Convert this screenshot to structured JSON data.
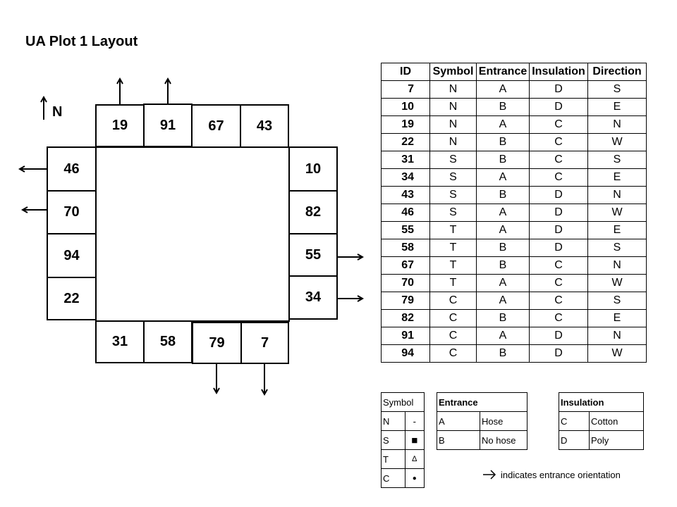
{
  "title": "UA Plot 1 Layout",
  "north_label": "N",
  "plots": {
    "top": [
      "19",
      "91",
      "67",
      "43"
    ],
    "left": [
      "46",
      "70",
      "94",
      "22"
    ],
    "right": [
      "10",
      "82",
      "55",
      "34"
    ],
    "bottom": [
      "31",
      "58",
      "79",
      "7"
    ]
  },
  "main_table": {
    "headers": [
      "ID",
      "Symbol",
      "Entrance",
      "Insulation",
      "Direction"
    ],
    "rows": [
      [
        "7",
        "N",
        "A",
        "D",
        "S"
      ],
      [
        "10",
        "N",
        "B",
        "D",
        "E"
      ],
      [
        "19",
        "N",
        "A",
        "C",
        "N"
      ],
      [
        "22",
        "N",
        "B",
        "C",
        "W"
      ],
      [
        "31",
        "S",
        "B",
        "C",
        "S"
      ],
      [
        "34",
        "S",
        "A",
        "C",
        "E"
      ],
      [
        "43",
        "S",
        "B",
        "D",
        "N"
      ],
      [
        "46",
        "S",
        "A",
        "D",
        "W"
      ],
      [
        "55",
        "T",
        "A",
        "D",
        "E"
      ],
      [
        "58",
        "T",
        "B",
        "D",
        "S"
      ],
      [
        "67",
        "T",
        "B",
        "C",
        "N"
      ],
      [
        "70",
        "T",
        "A",
        "C",
        "W"
      ],
      [
        "79",
        "C",
        "A",
        "C",
        "S"
      ],
      [
        "82",
        "C",
        "B",
        "C",
        "E"
      ],
      [
        "91",
        "C",
        "A",
        "D",
        "N"
      ],
      [
        "94",
        "C",
        "B",
        "D",
        "W"
      ]
    ]
  },
  "symbol_legend": {
    "header": "Symbol",
    "rows": [
      {
        "code": "N",
        "glyph": "-"
      },
      {
        "code": "S",
        "glyph": "■"
      },
      {
        "code": "T",
        "glyph": "∆"
      },
      {
        "code": "C",
        "glyph": "●"
      }
    ]
  },
  "entrance_legend": {
    "header": "Entrance",
    "rows": [
      [
        "A",
        "Hose"
      ],
      [
        "B",
        "No hose"
      ]
    ]
  },
  "insulation_legend": {
    "header": "Insulation",
    "rows": [
      [
        "C",
        "Cotton"
      ],
      [
        "D",
        "Poly"
      ]
    ]
  },
  "note": "indicates entrance orientation"
}
